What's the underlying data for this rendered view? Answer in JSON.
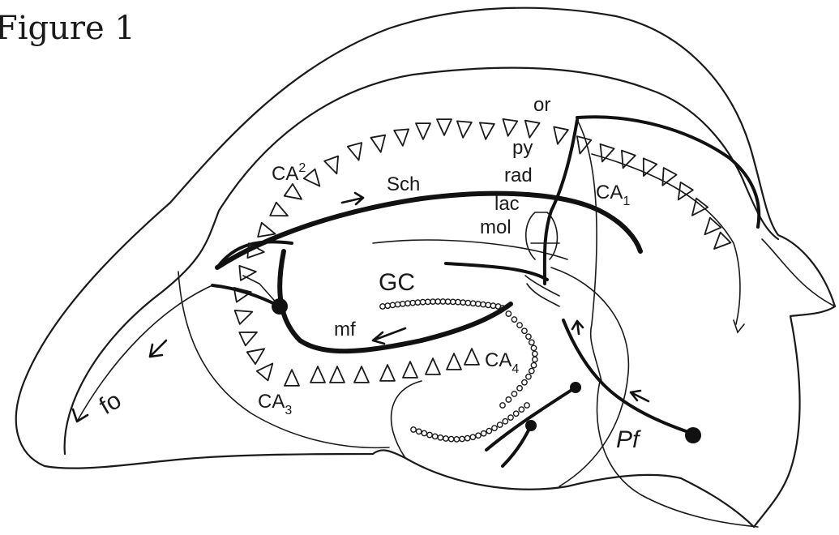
{
  "title": "Figure 1",
  "labels": {
    "or": "or",
    "py": "py",
    "rad": "rad",
    "lac": "lac",
    "mol": "mol",
    "sch": "Sch",
    "gc": "GC",
    "mf": "mf",
    "fo": "fo",
    "pf": "Pf",
    "ca_prefix": "CA",
    "ca1_sub": "1",
    "ca2_sub": "2",
    "ca3_sub": "3",
    "ca4_sub": "4"
  }
}
